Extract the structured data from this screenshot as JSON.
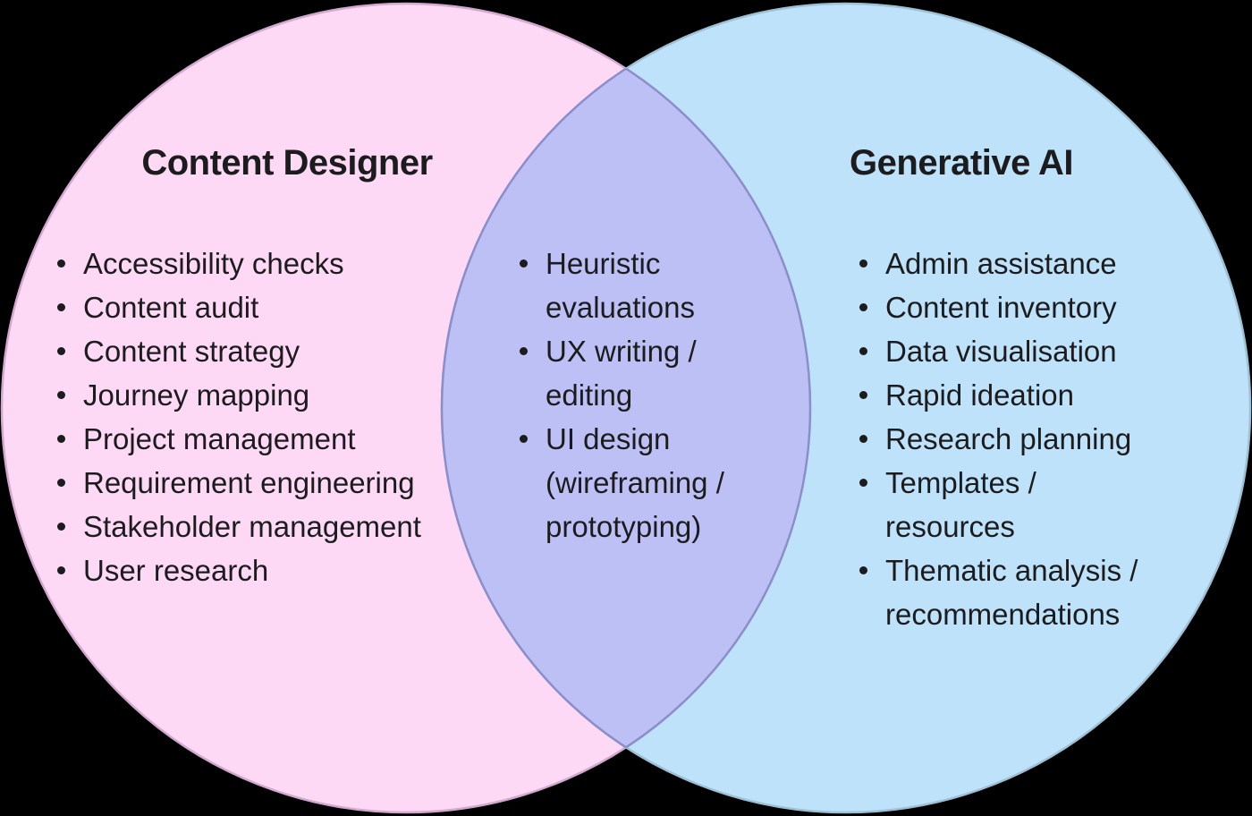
{
  "diagram": {
    "type": "venn",
    "background_color": "#000000",
    "text_color": "#1c1c1e",
    "left_circle": {
      "title": "Content Designer",
      "fill": "#fdd9f5",
      "stroke": "#d2a8ce",
      "items": [
        "Accessibility checks",
        "Content audit",
        "Content strategy",
        "Journey mapping",
        "Project management",
        "Requirement engineering",
        "Stakeholder management",
        "User research"
      ]
    },
    "overlap": {
      "fill": "#bdc0f5",
      "stroke": "#8b8ec8",
      "items": [
        "Heuristic evaluations",
        "UX writing / editing",
        "UI design (wireframing / prototyping)"
      ]
    },
    "right_circle": {
      "title": "Generative AI",
      "fill": "#bee2fa",
      "stroke": "#9ec0d4",
      "items": [
        "Admin assistance",
        "Content inventory",
        "Data visualisation",
        "Rapid ideation",
        "Research planning",
        "Templates / resources",
        "Thematic analysis / recommendations"
      ]
    }
  }
}
